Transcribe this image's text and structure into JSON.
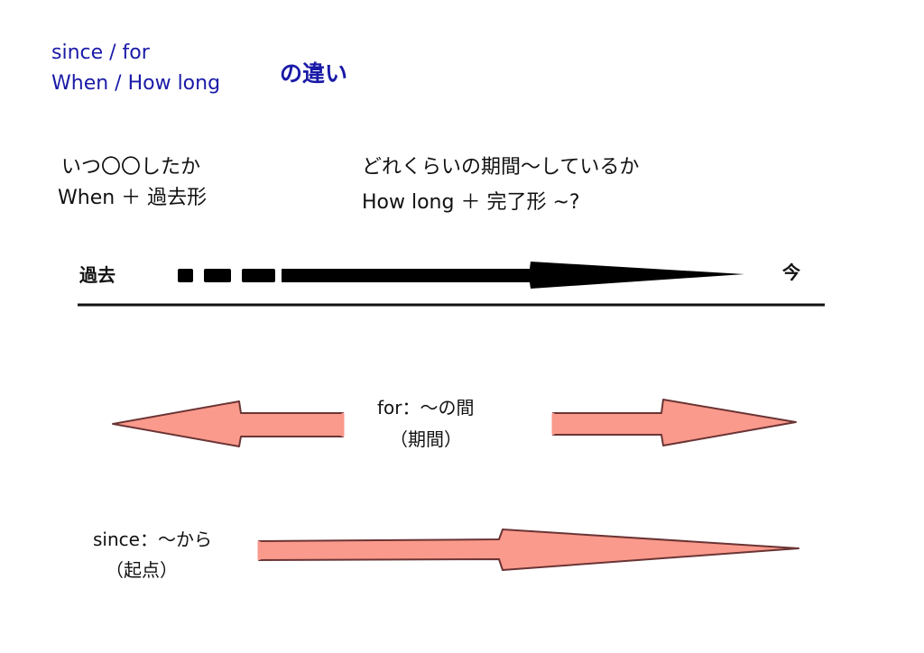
{
  "title": {
    "line1": "since / for",
    "line2": "When / How long",
    "suffix": "の違い"
  },
  "left_header": {
    "line1": "いつ〇〇したか",
    "line2": "When ＋ 過去形"
  },
  "right_header": {
    "line1": "どれくらいの期間〜しているか",
    "line2": "How long ＋ 完了形 ~?"
  },
  "timeline": {
    "start_label": "過去",
    "end_label": "今"
  },
  "for_section": {
    "line1": "for：〜の間",
    "line2": "（期間）"
  },
  "since_section": {
    "line1": "since：〜から",
    "line2": "（起点）"
  },
  "colors": {
    "title": "#1a1aa8",
    "arrow_fill": "#fa9a8c",
    "arrow_stroke": "#6b3434",
    "timeline": "#000000"
  }
}
